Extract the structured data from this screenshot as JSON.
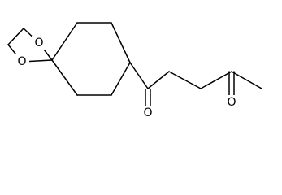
{
  "diagram": {
    "type": "skeletal-structure",
    "atoms": {
      "ring_o_upper": "O",
      "ring_o_lower": "O",
      "ketone_o_left": "O",
      "ketone_o_right": "O"
    },
    "colors": {
      "bond": "#000000",
      "label": "#000000",
      "background": "#ffffff"
    }
  }
}
